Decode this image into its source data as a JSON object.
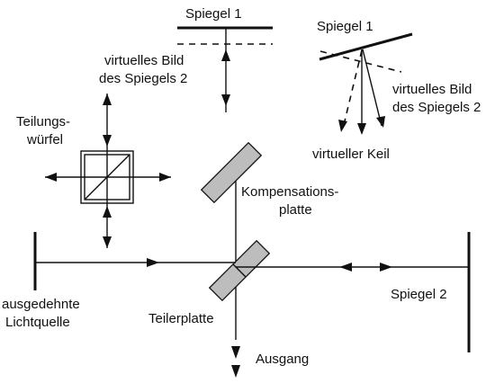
{
  "labels": {
    "mirror1_main": "Spiegel 1",
    "virtual_image_main_line1": "virtuelles Bild",
    "virtual_image_main_line2": "des Spiegels 2",
    "mirror1_inset": "Spiegel 1",
    "virtual_image_inset_line1": "virtuelles Bild",
    "virtual_image_inset_line2": "des Spiegels 2",
    "virtual_wedge": "virtueller Keil",
    "cube_line1": "Teilungs-",
    "cube_line2": "würfel",
    "compensation_line1": "Kompensations-",
    "compensation_line2": "platte",
    "source_line1": "ausgedehnte",
    "source_line2": "Lichtquelle",
    "beamsplitter": "Teilerplatte",
    "output": "Ausgang",
    "mirror2": "Spiegel 2"
  }
}
